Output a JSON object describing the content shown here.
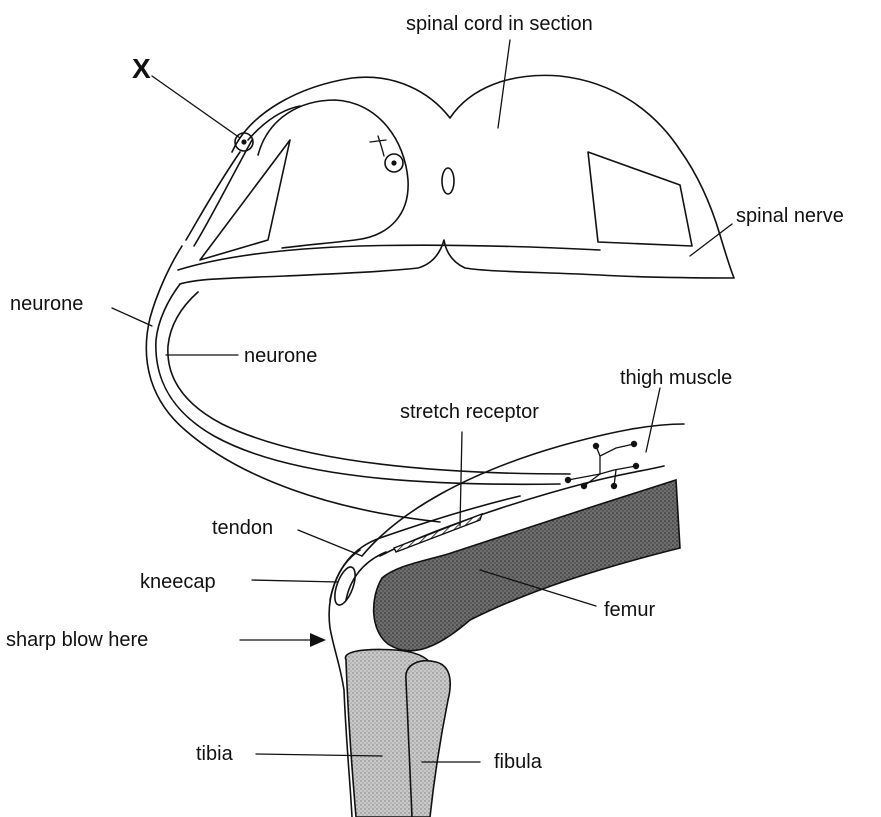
{
  "labels": {
    "x_mark": "X",
    "spinal_cord": "spinal cord in section",
    "spinal_nerve": "spinal nerve",
    "neurone_outer": "neurone",
    "neurone_inner": "neurone",
    "thigh_muscle": "thigh muscle",
    "stretch_receptor": "stretch receptor",
    "tendon": "tendon",
    "kneecap": "kneecap",
    "femur": "femur",
    "sharp_blow": "sharp blow here",
    "tibia": "tibia",
    "fibula": "fibula"
  }
}
